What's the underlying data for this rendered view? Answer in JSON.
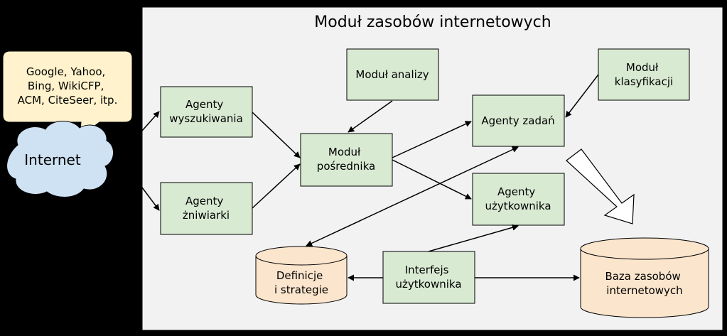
{
  "module": {
    "title": "Moduł zasobów internetowych"
  },
  "internet": {
    "label": "Internet",
    "sources_callout": [
      "Google, Yahoo,",
      "Bing, WikiCFP,",
      "ACM, CiteSeer, itp."
    ]
  },
  "components": {
    "search_agents": [
      "Agenty",
      "wyszukiwania"
    ],
    "harvester_agents": [
      "Agenty",
      "żniwiarki"
    ],
    "broker_module": [
      "Moduł",
      "pośrednika"
    ],
    "analysis_module": [
      "Moduł analizy"
    ],
    "task_agents": [
      "Agenty zadań"
    ],
    "classification_module": [
      "Moduł",
      "klasyfikacji"
    ],
    "user_agents": [
      "Agenty",
      "użytkownika"
    ],
    "user_interface": [
      "Interfejs",
      "użytkownika"
    ],
    "definitions_db": [
      "Definicje",
      "i strategie"
    ],
    "resources_db": [
      "Baza zasobów",
      "internetowych"
    ]
  },
  "colors": {
    "background": "#000000",
    "module_panel": "#f2f2f2",
    "component_fill": "#d9ead3",
    "database_fill": "#fce5cd",
    "cloud_fill": "#cfe2f3",
    "callout_fill": "#fff2cc",
    "stroke": "#000000"
  }
}
